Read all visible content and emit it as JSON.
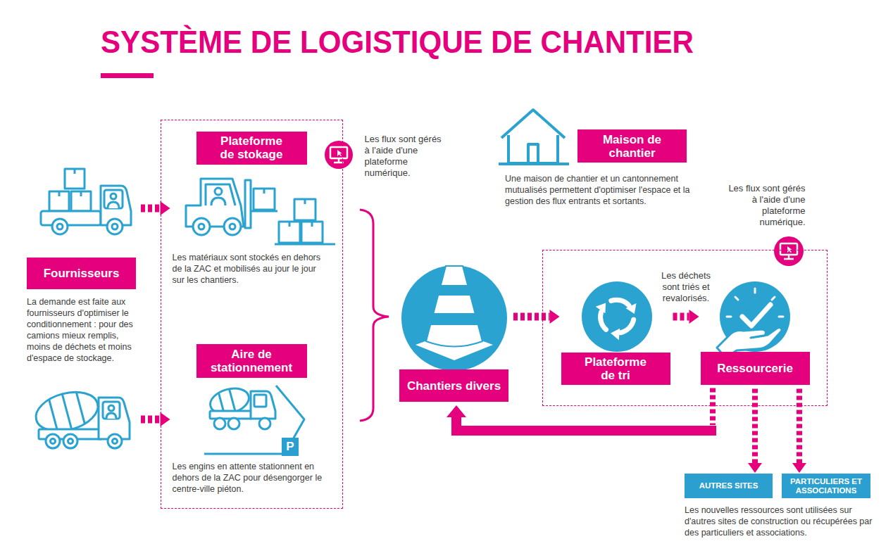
{
  "diagram": {
    "title": "SYSTÈME DE LOGISTIQUE DE CHANTIER",
    "nodes": [
      {
        "text": [
          "Fournisseurs",
          "La demande est faite aux fournisseurs d'optimiser le conditionnement : pour des camions mieux remplis, moins de déchets et moins d'espace de stockage."
        ]
      },
      {
        "text": [
          "Les flux sont gérés à l'aide d'une plateforme numérique."
        ]
      },
      {
        "text": [
          "Plateforme de stokage",
          "Les matériaux sont stockés en dehors de la ZAC et mobilisés au jour le jour sur les chantiers."
        ],
        "in": 1
      },
      {
        "text": [
          "Aire de stationnement",
          "Les engins en attente stationnent en dehors de la ZAC pour désengorger le centre-ville piéton."
        ],
        "in": 1
      },
      {
        "text": [
          "Maison de chantier",
          "Une maison de chantier et un cantonnement mutualisés permettent d'optimiser l'espace et la gestion des flux entrants et sortants."
        ]
      },
      {
        "text": [
          "Chantiers divers"
        ]
      },
      {
        "text": [
          "Les flux sont gérés à l'aide d'une plateforme numérique."
        ]
      },
      {
        "text": [
          "Plateforme de tri"
        ],
        "in": 6
      },
      {
        "text": [
          "Ressourcerie"
        ],
        "in": 6
      },
      {
        "text": [
          "AUTRES SITES"
        ]
      },
      {
        "text": [
          "PARTICULIERS ET ASSOCIATIONS"
        ]
      }
    ],
    "edges": [
      {
        "from": 0,
        "to": 2,
        "arrow": "to"
      },
      {
        "from": 0,
        "to": 3,
        "arrow": "to"
      },
      {
        "from": 5,
        "to": 7,
        "arrow": "to"
      },
      {
        "from": 7,
        "to": 8,
        "arrow": "to",
        "label": "Les déchets sont triés et revalorisés."
      },
      {
        "from": 8,
        "to": 5,
        "arrow": "to"
      },
      {
        "from": 8,
        "to": 9,
        "arrow": "to"
      },
      {
        "from": 8,
        "to": 10,
        "arrow": "to"
      }
    ],
    "labels": [
      "P",
      "Les nouvelles ressources sont utilisées sur d'autres sites de construction ou récupérées par des particuliers et associations."
    ]
  }
}
